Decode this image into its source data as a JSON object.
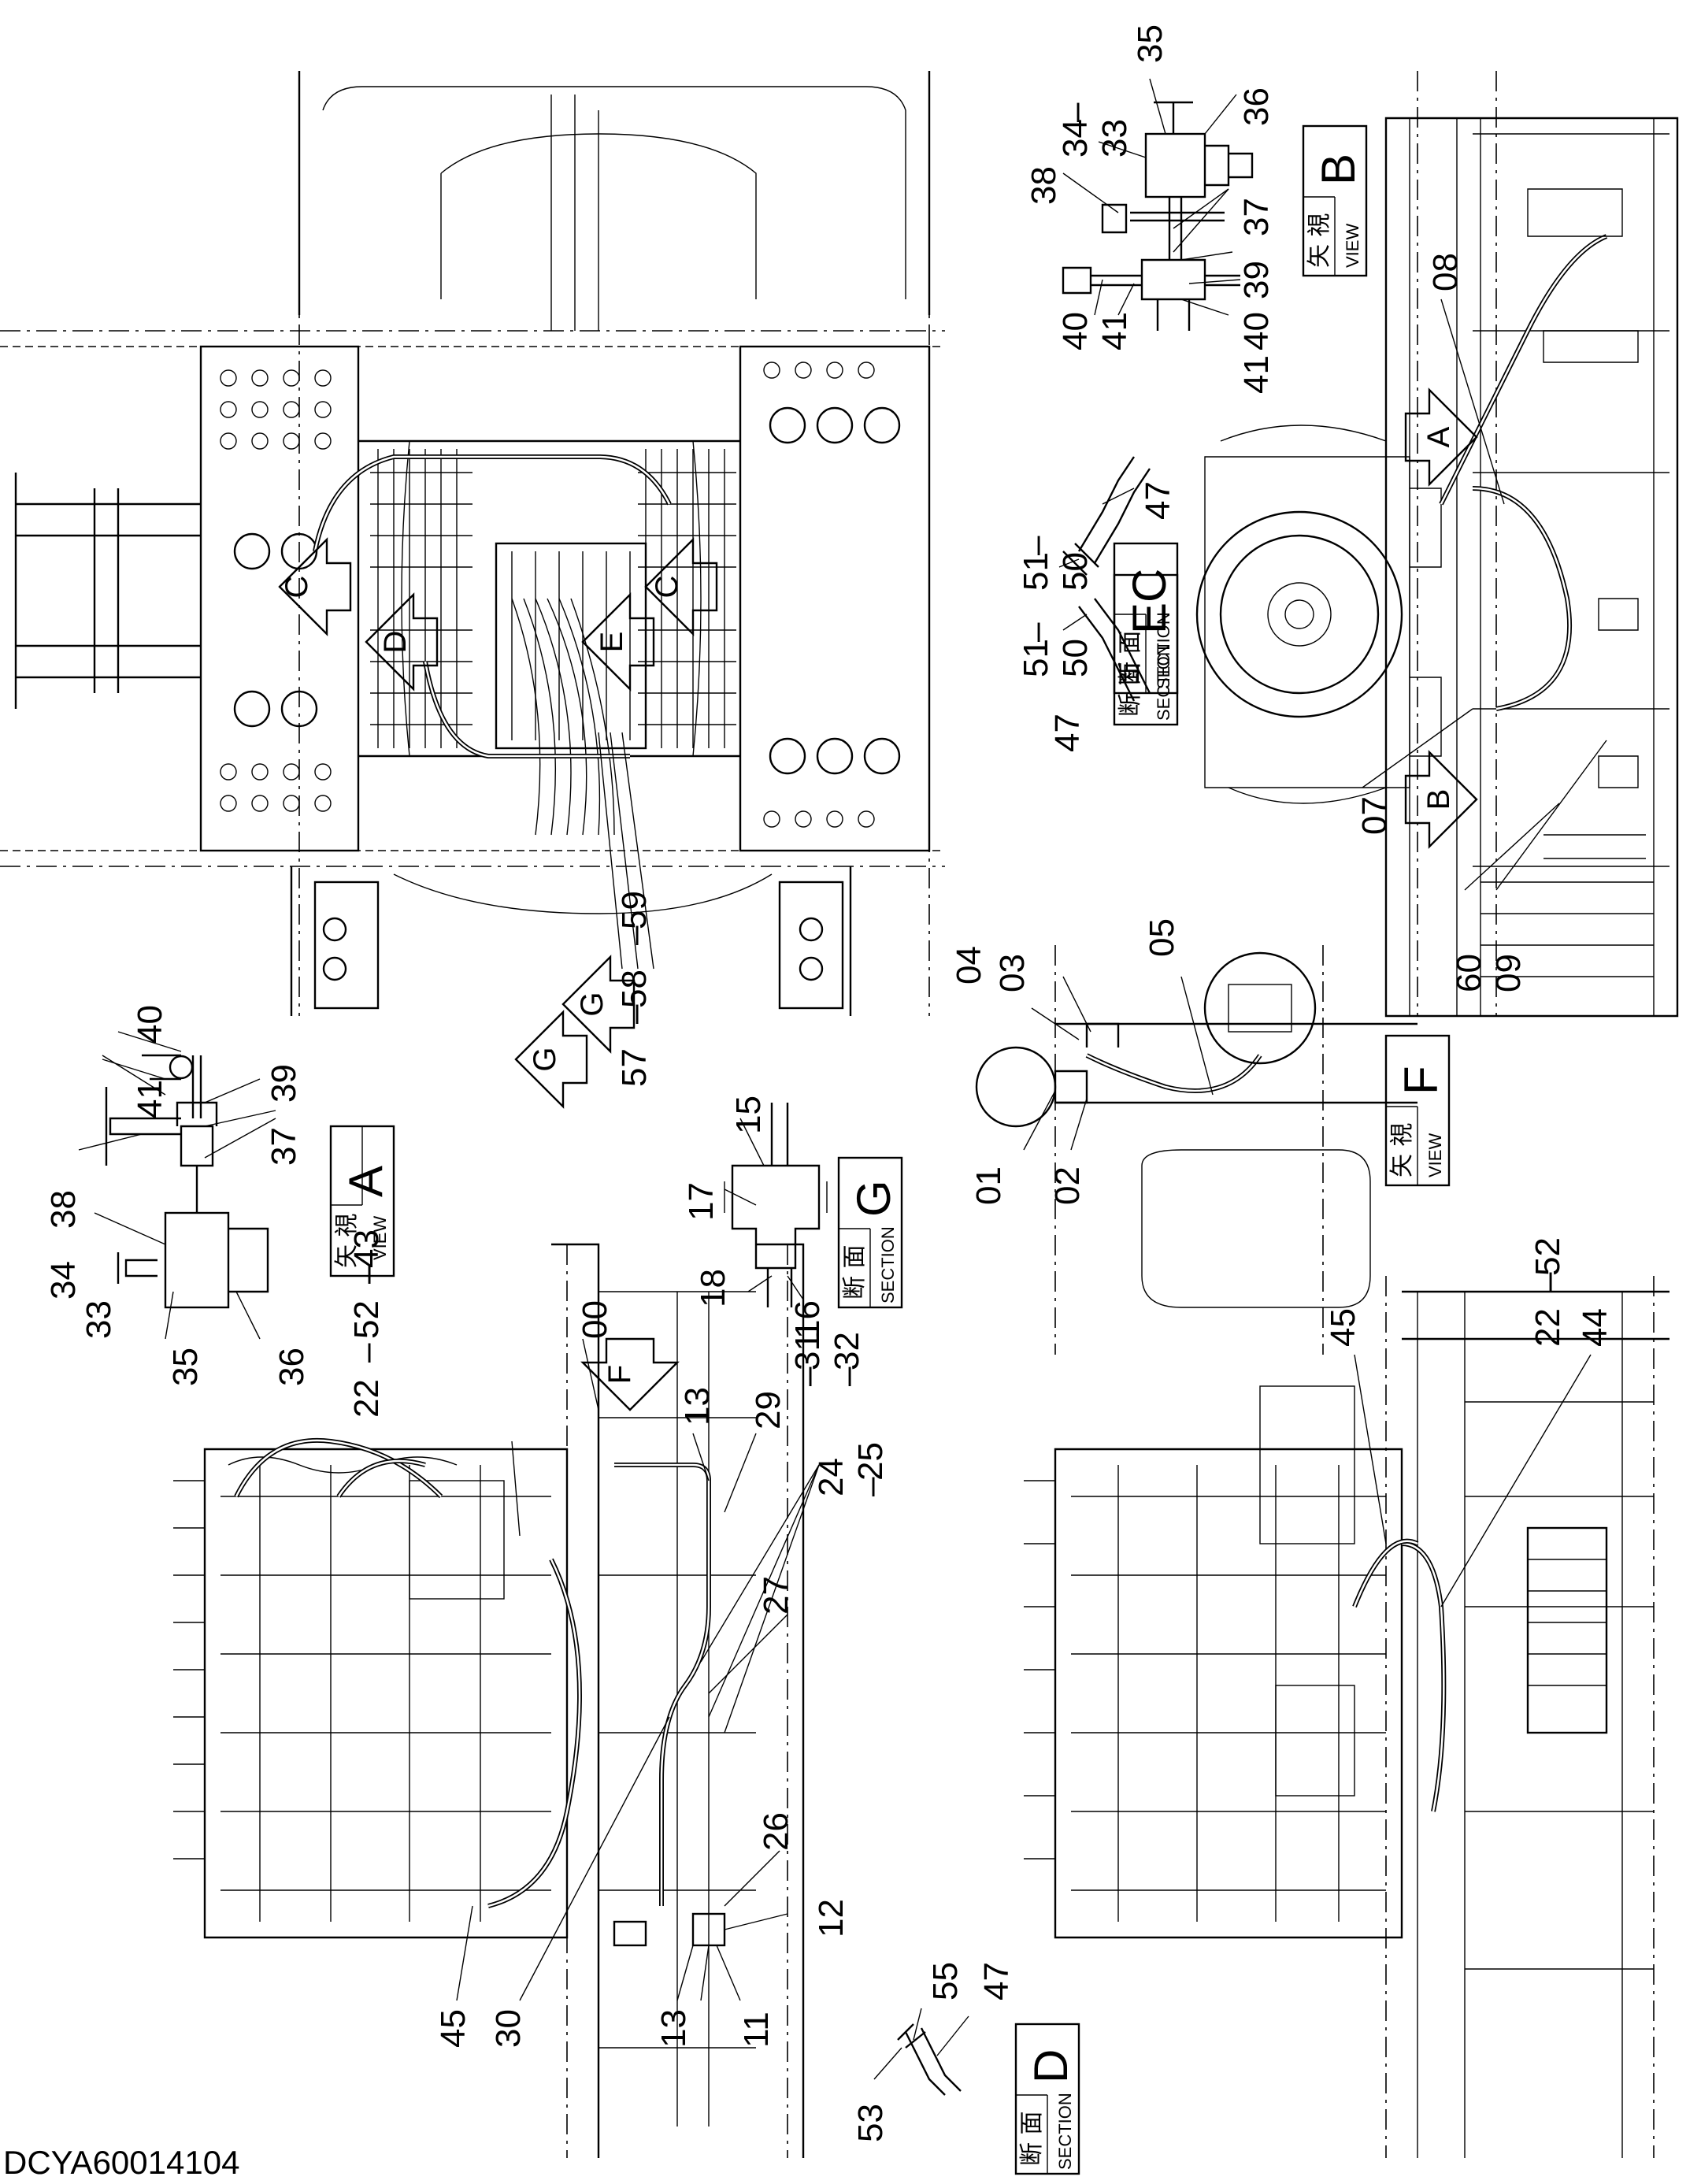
{
  "drawing_id": "DCYA60014104",
  "views": {
    "view_a": {
      "jp": "矢 視",
      "en": "VIEW",
      "letter": "A"
    },
    "view_b": {
      "jp": "矢 視",
      "en": "VIEW",
      "letter": "B"
    },
    "view_f": {
      "jp": "矢 視",
      "en": "VIEW",
      "letter": "F"
    },
    "section_c": {
      "jp": "断 面",
      "en": "SECTION",
      "letter": "C"
    },
    "section_d": {
      "jp": "断 面",
      "en": "SECTION",
      "letter": "D"
    },
    "section_e": {
      "jp": "断 面",
      "en": "SECTION",
      "letter": "E"
    },
    "section_g": {
      "jp": "断 面",
      "en": "SECTION",
      "letter": "G"
    }
  },
  "view_arrows": [
    "A",
    "B",
    "C",
    "C",
    "D",
    "E",
    "F",
    "G",
    "G"
  ],
  "callouts": {
    "main_top": [
      "57",
      "58",
      "59"
    ],
    "view_a": [
      "41",
      "40",
      "39",
      "37",
      "38",
      "34",
      "33",
      "35",
      "36"
    ],
    "view_b": [
      "35",
      "34",
      "33",
      "36",
      "38",
      "37",
      "39",
      "40",
      "41",
      "40",
      "41"
    ],
    "section_g": [
      "15",
      "17",
      "18",
      "16"
    ],
    "section_c": [
      "47",
      "51",
      "50"
    ],
    "section_e": [
      "51",
      "50",
      "47"
    ],
    "section_d": [
      "55",
      "47",
      "53"
    ],
    "view_f": [
      "04",
      "03",
      "05",
      "01",
      "02"
    ],
    "right_engine": [
      "08",
      "07",
      "60",
      "09"
    ],
    "left_engine": [
      "22",
      "52",
      "43",
      "00",
      "13",
      "29",
      "31",
      "32",
      "24",
      "25",
      "27",
      "26",
      "12",
      "13",
      "11",
      "30",
      "45"
    ],
    "bottom_right": [
      "45",
      "22",
      "52",
      "44"
    ]
  }
}
